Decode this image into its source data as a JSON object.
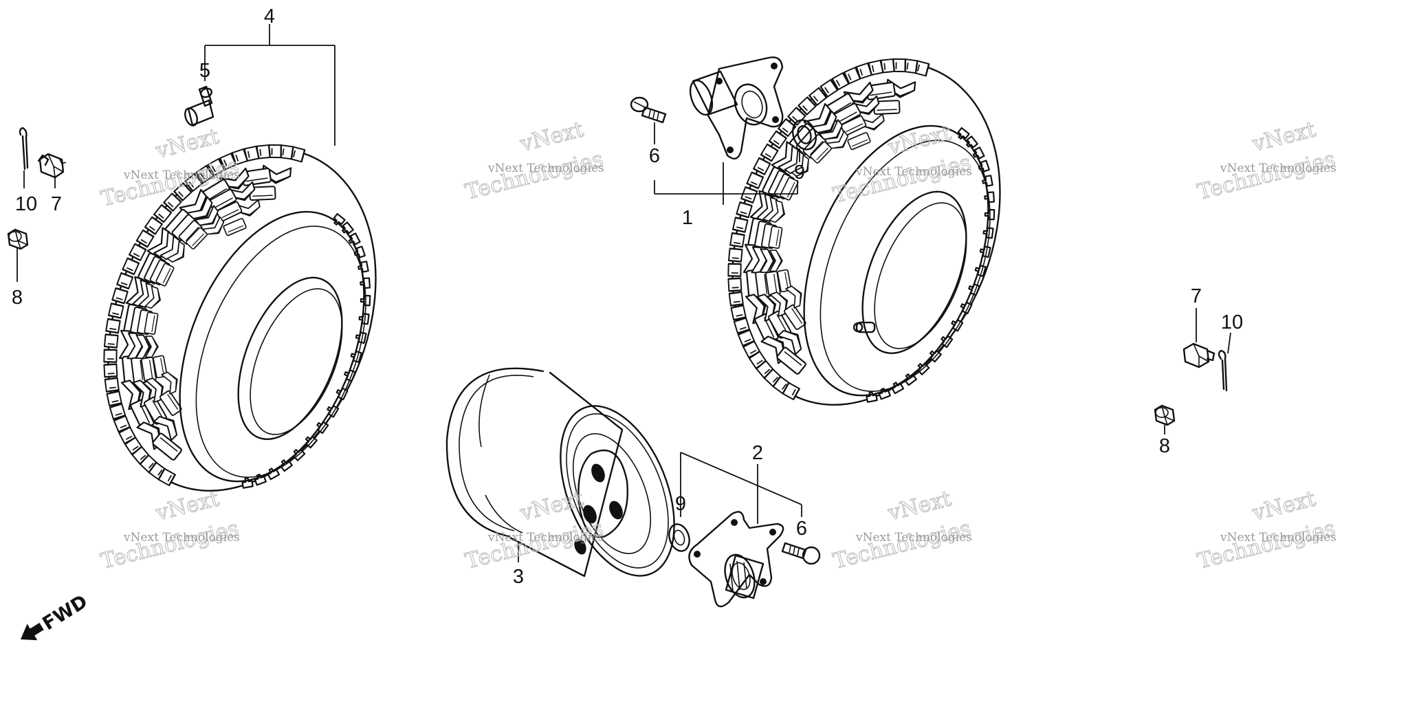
{
  "callouts": [
    {
      "id": "c4",
      "text": "4"
    },
    {
      "id": "c5",
      "text": "5"
    },
    {
      "id": "c10a",
      "text": "10"
    },
    {
      "id": "c7a",
      "text": "7"
    },
    {
      "id": "c8a",
      "text": "8"
    },
    {
      "id": "c6a",
      "text": "6"
    },
    {
      "id": "c9a",
      "text": "9"
    },
    {
      "id": "c1",
      "text": "1"
    },
    {
      "id": "c7b",
      "text": "7"
    },
    {
      "id": "c10b",
      "text": "10"
    },
    {
      "id": "c8b",
      "text": "8"
    },
    {
      "id": "c2",
      "text": "2"
    },
    {
      "id": "c9b",
      "text": "9"
    },
    {
      "id": "c6b",
      "text": "6"
    },
    {
      "id": "c3",
      "text": "3"
    }
  ],
  "watermark": {
    "small": "vNext Technologies",
    "big": "Technologies",
    "top": "vNext"
  },
  "direction_label": "FWD"
}
